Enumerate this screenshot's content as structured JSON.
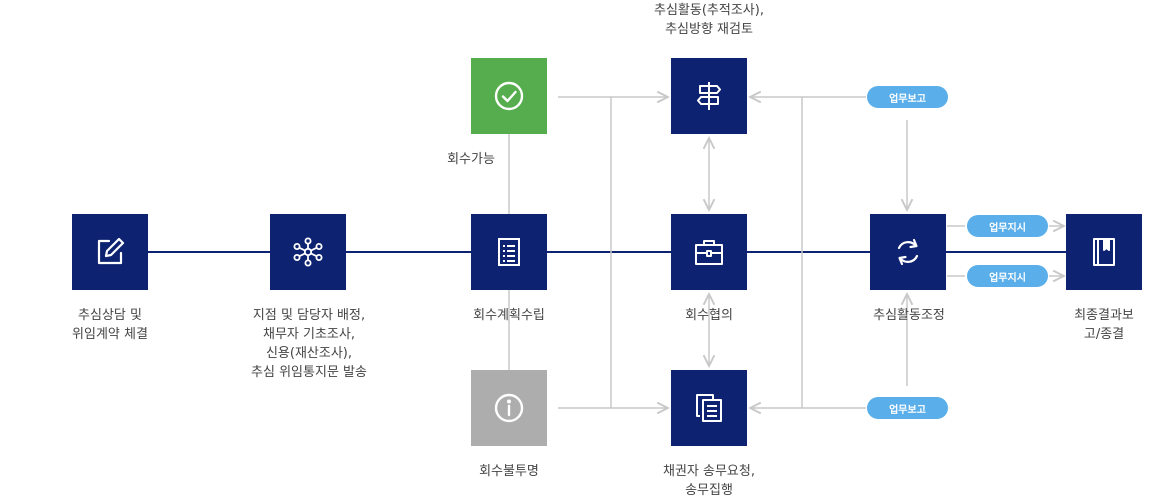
{
  "colors": {
    "navy": "#0d2270",
    "green": "#56ad4e",
    "gray": "#adadad",
    "pill": "#5aaee9",
    "line": "#c8c8c8",
    "main_line": "#0d2270"
  },
  "labels": {
    "consult": "추심상담 및\n위임계약 체결",
    "assign": "지점 및 담당자 배정,\n채무자 기초조사,\n신용(재산조사),\n추심 위임통지문 발송",
    "plan": "회수계획수립",
    "possible": "회수가능",
    "unclear": "회수불투명",
    "activity": "추심활동(추적조사),\n추심방향 재검토",
    "negotiation": "회수협의",
    "claim": "채권자 송무요청,\n송무집행",
    "adjust": "추심활동조정",
    "final": "최종결과보고/종결"
  },
  "pills": {
    "report_top": "업무보고",
    "report_bottom": "업무보고",
    "instruct_top": "업무지시",
    "instruct_bottom": "업무지시"
  },
  "icons": {
    "consult": "edit-icon",
    "assign": "network-icon",
    "plan": "checklist-icon",
    "possible": "check-circle-icon",
    "unclear": "info-icon",
    "activity": "signpost-icon",
    "negotiation": "briefcase-icon",
    "claim": "documents-icon",
    "adjust": "refresh-icon",
    "final": "book-icon"
  }
}
